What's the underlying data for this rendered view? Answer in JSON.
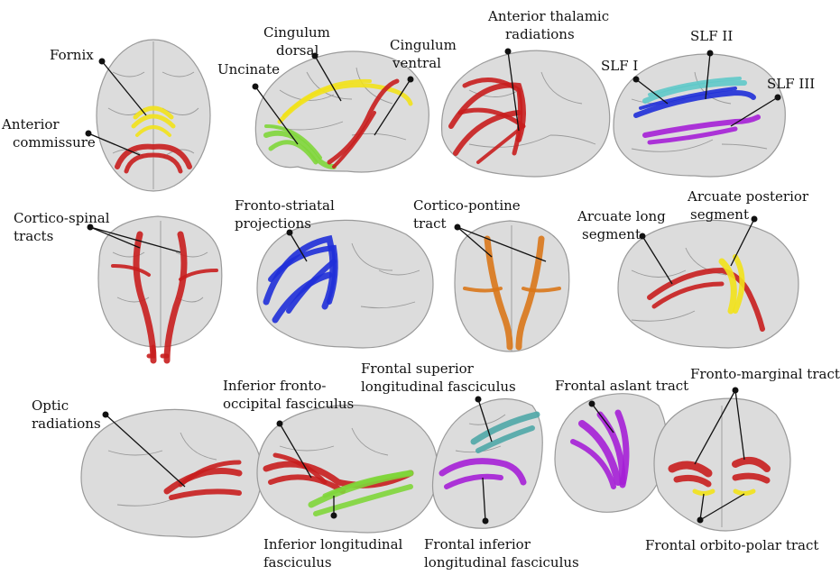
{
  "colors": {
    "red": "#c81e1e",
    "yellow": "#f2e21a",
    "green": "#7fd63a",
    "blue": "#1f2fd8",
    "cyan": "#5fc9c9",
    "purple": "#a51fd6",
    "orange": "#d9771a",
    "teal": "#4fa7a7"
  },
  "labels": {
    "fornix": "Fornix",
    "anterior_commissure_1": "Anterior",
    "anterior_commissure_2": "commissure",
    "cingulum_dorsal_1": "Cingulum",
    "cingulum_dorsal_2": "dorsal",
    "uncinate": "Uncinate",
    "cingulum_ventral_1": "Cingulum",
    "cingulum_ventral_2": "ventral",
    "anterior_thalamic_1": "Anterior thalamic",
    "anterior_thalamic_2": "radiations",
    "slf_i": "SLF I",
    "slf_ii": "SLF II",
    "slf_iii": "SLF III",
    "cortico_spinal_1": "Cortico-spinal",
    "cortico_spinal_2": "tracts",
    "fronto_striatal_1": "Fronto-striatal",
    "fronto_striatal_2": "projections",
    "cortico_pontine_1": "Cortico-pontine",
    "cortico_pontine_2": "tract",
    "arcuate_long_1": "Arcuate long",
    "arcuate_long_2": "segment",
    "arcuate_posterior_1": "Arcuate posterior",
    "arcuate_posterior_2": "segment",
    "optic_1": "Optic",
    "optic_2": "radiations",
    "ifof_1": "Inferior fronto-",
    "ifof_2": "occipital fasciculus",
    "ilf_1": "Inferior longitudinal",
    "ilf_2": "fasciculus",
    "fslf_1": "Frontal superior",
    "fslf_2": "longitudinal fasciculus",
    "fat": "Frontal aslant tract",
    "fronto_marginal": "Fronto-marginal tract",
    "filf_1": "Frontal inferior",
    "filf_2": "longitudinal fasciculus",
    "frontal_orbito_polar": "Frontal orbito-polar tract"
  }
}
